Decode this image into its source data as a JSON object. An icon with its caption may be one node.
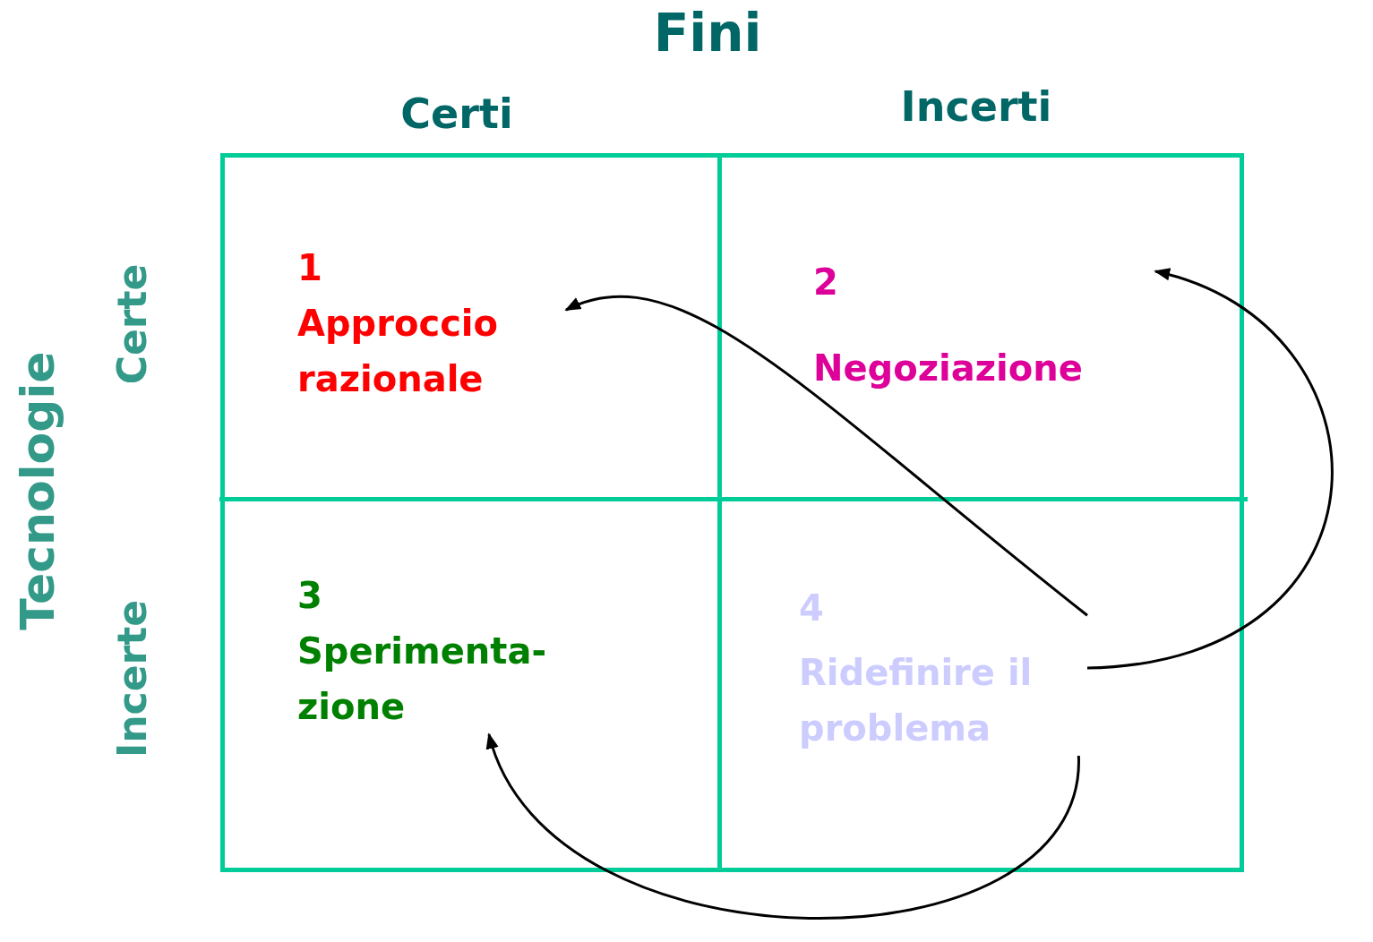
{
  "diagram": {
    "nodes": [
      {
        "text": [
          "1",
          "Approccio razionale"
        ]
      },
      {
        "text": [
          "2",
          "Negoziazione"
        ]
      },
      {
        "text": [
          "3",
          "Sperimenta-zione"
        ]
      },
      {
        "text": [
          "4",
          "Ridefinire il problema"
        ]
      }
    ],
    "edges": [
      {
        "from": 3,
        "to": 0,
        "arrow": "to"
      },
      {
        "from": 3,
        "to": 1,
        "arrow": "to"
      },
      {
        "from": 3,
        "to": 2,
        "arrow": "to"
      }
    ],
    "labels": [
      "Fini",
      "Certi",
      "Incerti",
      "Tecnologie",
      "Certe",
      "Incerte"
    ]
  }
}
